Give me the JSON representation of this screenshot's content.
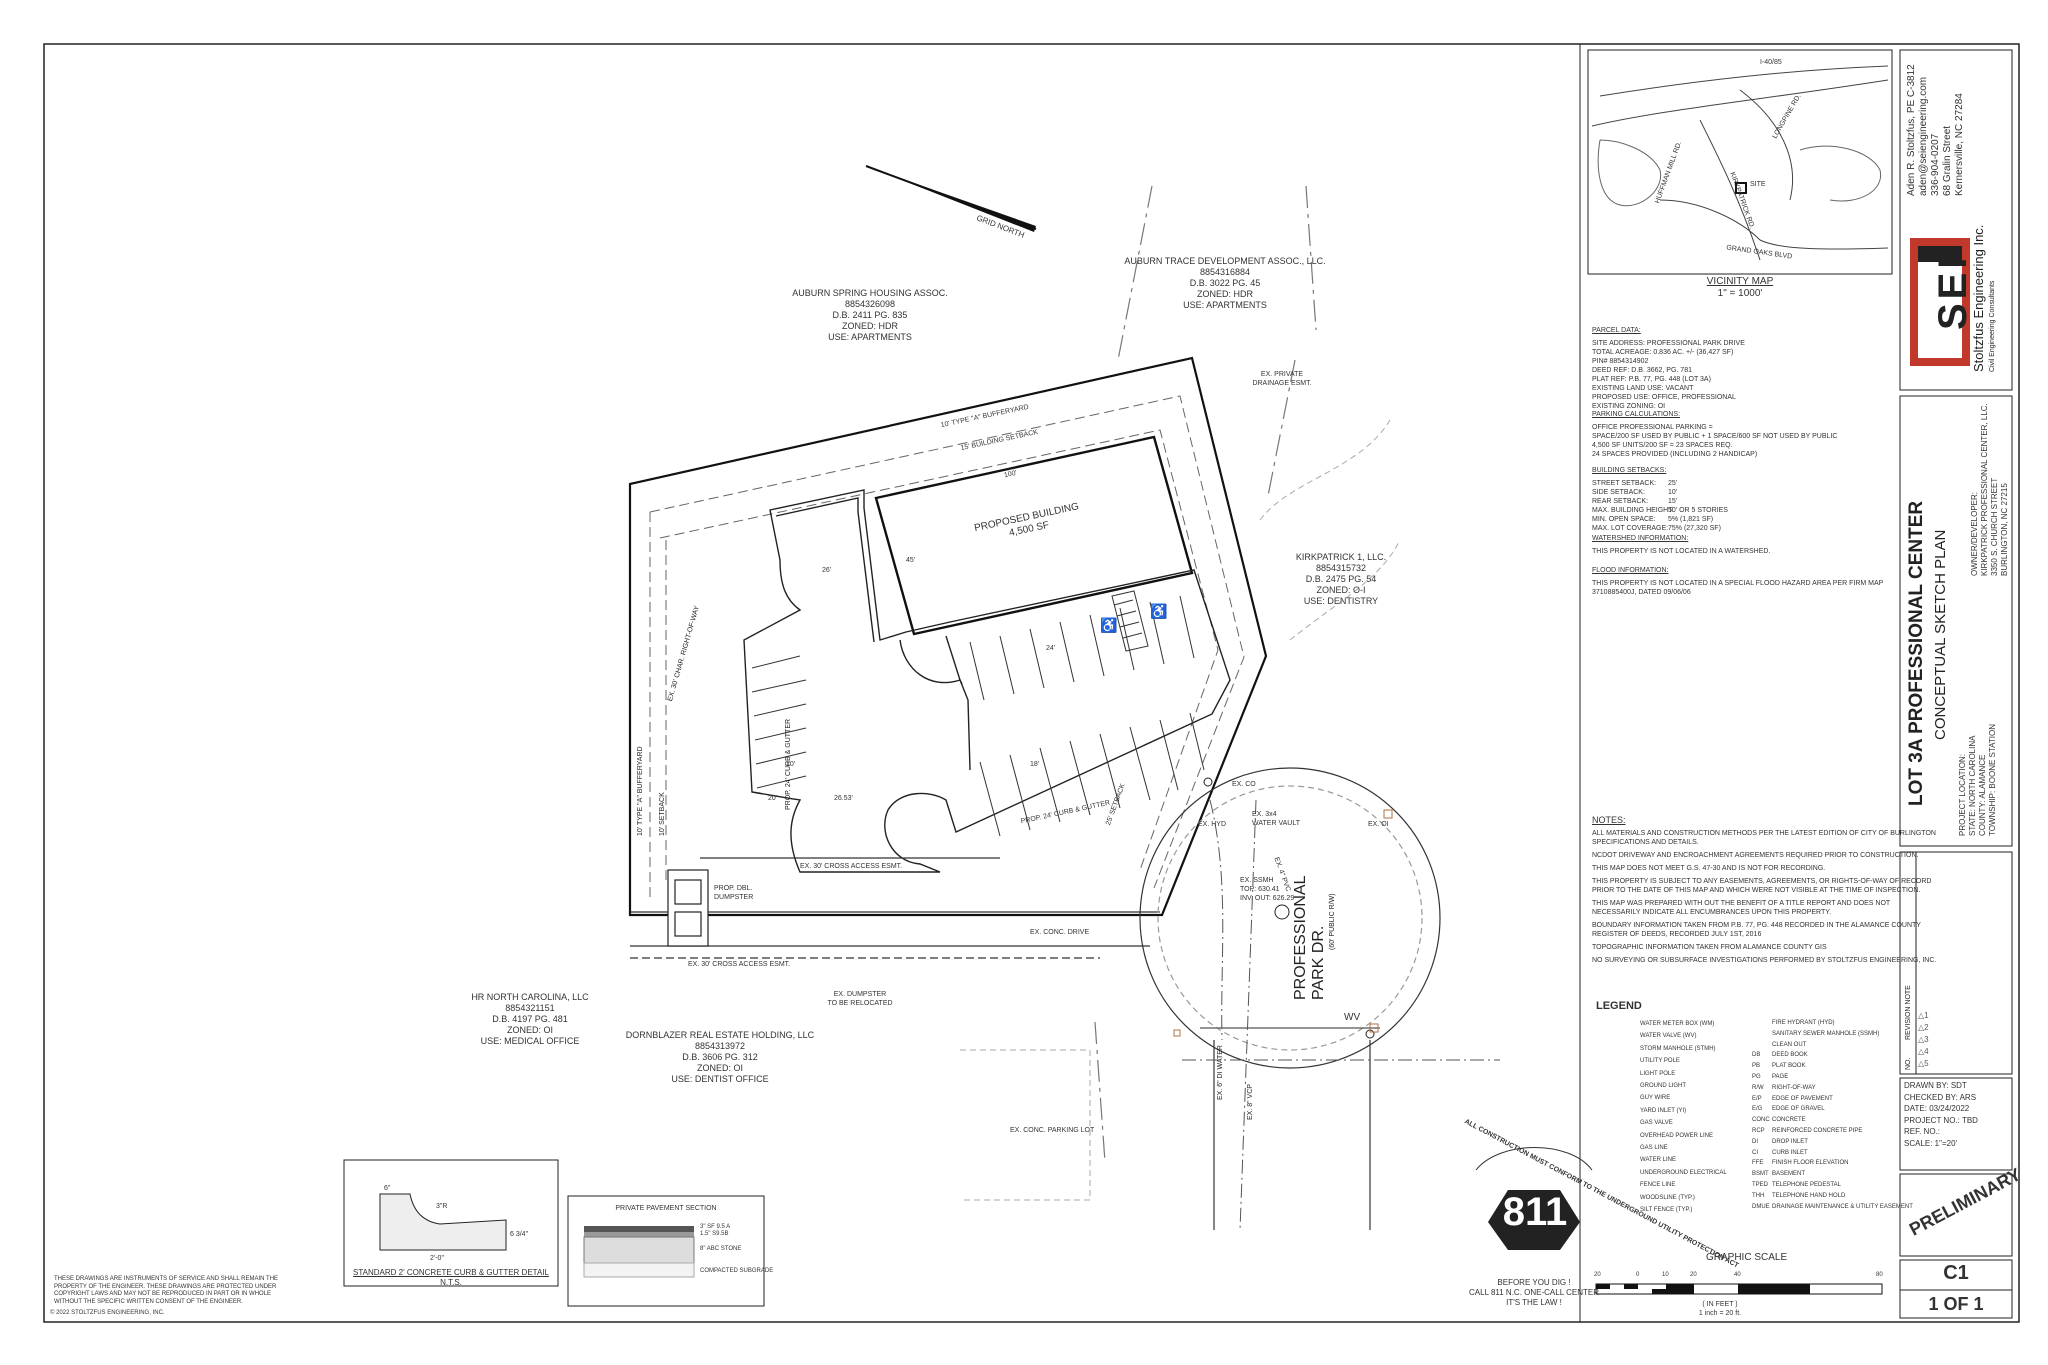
{
  "north_label": "GRID NORTH",
  "owners": {
    "auburn_spring": [
      "AUBURN SPRING HOUSING ASSOC.",
      "8854326098",
      "D.B. 2411 PG. 835",
      "ZONED: HDR",
      "USE: APARTMENTS"
    ],
    "auburn_trace": [
      "AUBURN TRACE DEVELOPMENT ASSOC., LLC.",
      "8854316884",
      "D.B. 3022 PG. 45",
      "ZONED: HDR",
      "USE: APARTMENTS"
    ],
    "kirkpatrick": [
      "KIRKPATRICK 1, LLC.",
      "8854315732",
      "D.B. 2475 PG. 54",
      "ZONED: O-I",
      "USE: DENTISTRY"
    ],
    "hr_north": [
      "HR NORTH CAROLINA, LLC",
      "8854321151",
      "D.B. 4197 PG. 481",
      "ZONED: OI",
      "USE: MEDICAL OFFICE"
    ],
    "dornblazer": [
      "DORNBLAZER REAL ESTATE HOLDING, LLC",
      "8854313972",
      "D.B. 3606 PG. 312",
      "ZONED: OI",
      "USE: DENTIST OFFICE"
    ]
  },
  "plan_labels": {
    "building_title": "PROPOSED BUILDING",
    "building_area": "4,500 SF",
    "buffer_top": "10' TYPE \"A\" BUFFERYARD",
    "setback_top": "15' BUILDING SETBACK",
    "buffer_left": "10' TYPE \"A\" BUFFERYARD",
    "setback_left": "10' SETBACK",
    "row_left": "EX. 30' CHAR. RIGHT-OF-WAY",
    "curb_left": "PROP. 24' CURB & GUTTER",
    "curb_bottom": "PROP. 24' CURB & GUTTER",
    "setback_25": "25' SETBACK",
    "private_drainage": "EX. PRIVATE",
    "private_drainage_2": "DRAINAGE ESMT.",
    "cross_access_1": "EX. 30' CROSS ACCESS ESMT.",
    "cross_access_2": "EX. 30' CROSS ACCESS ESMT.",
    "dumpster": "PROP. DBL.",
    "dumpster_2": "DUMPSTER",
    "conc_drive": "EX. CONC. DRIVE",
    "dumpster_reloc": "EX. DUMPSTER",
    "dumpster_reloc_2": "TO BE RELOCATED",
    "parking_lot": "EX. CONC. PARKING LOT",
    "street_name_1": "PROFESSIONAL",
    "street_name_2": "PARK DR.",
    "street_row": "(60' PUBLIC R/W)",
    "ssmh": "EX. SSMH",
    "ssmh_top": "TOP: 630.41",
    "ssmh_inv": "INV. OUT: 626.29",
    "water_vault": "EX. 3x4",
    "water_vault_2": "WATER VAULT",
    "ex_hyd": "EX. HYD",
    "ex_co": "EX. CO",
    "ex_oi": "EX. OI",
    "ex_water": "EX. 6\" DI WATER",
    "ex_vcp": "EX. 8\" VCP",
    "ex_pvc": "EX. 4\" PVC",
    "wv": "WV",
    "dim_100": "100'",
    "dim_26": "26'",
    "dim_45": "45'",
    "dim_24": "24'",
    "dim_20": "20'",
    "dim_2653": "26.53'",
    "dim_10": "10'",
    "dim_18": "18'"
  },
  "vicinity": {
    "title": "VICINITY MAP",
    "scale": "1\" = 1000'",
    "roads": [
      "I-40/85",
      "LONGPINE RD.",
      "HUFFMAN MILL RD.",
      "KIRKPATRICK RD.",
      "GRAND OAKS BLVD"
    ],
    "site": "SITE"
  },
  "parcel": {
    "heading": "PARCEL DATA:",
    "lines": [
      "SITE ADDRESS: PROFESSIONAL PARK DRIVE",
      "TOTAL ACREAGE:  0.836 AC. +/- (36,427 SF)",
      "PIN# 8854314902",
      "DEED REF: D.B. 3662, PG. 781",
      "PLAT REF: P.B. 77, PG. 448 (LOT 3A)",
      "EXISTING LAND USE: VACANT",
      "PROPOSED USE: OFFICE, PROFESSIONAL",
      "EXISTING ZONING: OI"
    ]
  },
  "parking": {
    "heading": "PARKING CALCULATIONS:",
    "lines": [
      "OFFICE PROFESSIONAL PARKING =",
      "      SPACE/200 SF USED BY PUBLIC + 1 SPACE/600 SF NOT USED BY PUBLIC",
      "4,500 SF UNITS/200 SF = 23 SPACES REQ.",
      "24 SPACES PROVIDED (INCLUDING 2 HANDICAP)"
    ]
  },
  "setbacks": {
    "heading": "BUILDING SETBACKS:",
    "rows": [
      [
        "STREET SETBACK:",
        "25'"
      ],
      [
        "SIDE SETBACK:",
        "10'"
      ],
      [
        "REAR SETBACK:",
        "15'"
      ],
      [
        "MAX. BUILDING HEIGHT:",
        "50' OR 5 STORIES"
      ],
      [
        "MIN. OPEN SPACE:",
        "5% (1,821 SF)"
      ],
      [
        "MAX. LOT COVERAGE:",
        "75% (27,320 SF)"
      ]
    ]
  },
  "watershed": {
    "heading": "WATERSHED INFORMATION:",
    "text": "THIS PROPERTY IS NOT LOCATED IN A WATERSHED."
  },
  "flood": {
    "heading": "FLOOD INFORMATION:",
    "lines": [
      "THIS PROPERTY IS NOT LOCATED IN A SPECIAL FLOOD HAZARD AREA PER FIRM MAP",
      "3710885400J, DATED 09/06/06"
    ]
  },
  "notes": {
    "heading": "NOTES:",
    "items": [
      [
        "ALL MATERIALS AND CONSTRUCTION METHODS PER THE LATEST EDITION OF CITY OF BURLINGTON",
        "SPECIFICATIONS AND DETAILS."
      ],
      [
        "NCDOT DRIVEWAY AND ENCROACHMENT AGREEMENTS REQUIRED PRIOR TO CONSTRUCTION."
      ],
      [
        "THIS MAP DOES NOT MEET G.S. 47-30 AND IS NOT FOR RECORDING."
      ],
      [
        "THIS PROPERTY IS SUBJECT TO ANY EASEMENTS, AGREEMENTS, OR RIGHTS-OF-WAY OF RECORD",
        "PRIOR TO THE DATE OF THIS MAP AND WHICH WERE NOT VISIBLE AT THE TIME OF INSPECTION."
      ],
      [
        "THIS MAP WAS PREPARED WITH OUT THE BENEFIT OF A TITLE REPORT AND  DOES NOT",
        "NECESSARILY INDICATE ALL ENCUMBRANCES UPON THIS PROPERTY."
      ],
      [
        "BOUNDARY INFORMATION TAKEN FROM P.B. 77, PG. 448 RECORDED IN THE ALAMANCE COUNTY",
        "REGISTER OF DEEDS, RECORDED JULY 1ST, 2016"
      ],
      [
        "TOPOGRAPHIC INFORMATION TAKEN FROM ALAMANCE COUNTY GIS"
      ],
      [
        "NO SURVEYING OR SUBSURFACE INVESTIGATIONS PERFORMED BY STOLTZFUS ENGINEERING, INC."
      ]
    ]
  },
  "legend": {
    "title": "LEGEND",
    "left": [
      "WATER METER BOX (WM)",
      "WATER VALVE (WV)",
      "STORM MANHOLE (STMH)",
      "UTILITY POLE",
      "LIGHT POLE",
      "GROUND LIGHT",
      "GUY WIRE",
      "YARD INLET (YI)",
      "GAS VALVE",
      "OVERHEAD POWER LINE",
      "GAS LINE",
      "WATER LINE",
      "UNDERGROUND ELECTRICAL",
      "FENCE LINE",
      "WOODSLINE (TYP.)",
      "SILT FENCE (TYP.)"
    ],
    "right": [
      [
        "",
        "FIRE HYDRANT (HYD)"
      ],
      [
        "",
        "SANITARY SEWER MANHOLE (SSMH)"
      ],
      [
        "",
        "CLEAN OUT"
      ],
      [
        "DB",
        "DEED BOOK"
      ],
      [
        "PB",
        "PLAT BOOK"
      ],
      [
        "PG",
        "PAGE"
      ],
      [
        "R/W",
        "RIGHT-OF-WAY"
      ],
      [
        "E/P",
        "EDGE OF PAVEMENT"
      ],
      [
        "E/G",
        "EDGE OF GRAVEL"
      ],
      [
        "CONC",
        "CONCRETE"
      ],
      [
        "RCP",
        "REINFORCED CONCRETE PIPE"
      ],
      [
        "DI",
        "DROP INLET"
      ],
      [
        "CI",
        "CURB INLET"
      ],
      [
        "FFE",
        "FINISH FLOOR ELEVATION"
      ],
      [
        "BSMT",
        "BASEMENT"
      ],
      [
        "TPED",
        "TELEPHONE PEDESTAL"
      ],
      [
        "THH",
        "TELEPHONE HAND HOLD"
      ],
      [
        "DMUE",
        "DRAINAGE MAINTENANCE & UTILITY EASEMENT"
      ]
    ]
  },
  "graphic_scale": {
    "title": "GRAPHIC SCALE",
    "ticks": [
      "20",
      "0",
      "10",
      "20",
      "40",
      "80"
    ],
    "units": "( IN FEET )",
    "ratio": "1 inch = 20  ft."
  },
  "call811": {
    "ring": "ALL CONSTRUCTION MUST CONFORM TO THE UNDERGROUND UTILITY PROTECTION ACT",
    "logo": "811",
    "lines": [
      "BEFORE YOU DIG !",
      "CALL 811 N.C. ONE-CALL CENTER",
      "IT'S THE LAW !"
    ]
  },
  "curb_detail": {
    "title": "STANDARD 2' CONCRETE CURB & GUTTER DETAIL",
    "sub": "N.T.S.",
    "dims": [
      "6\"",
      "3\"R",
      "2'-0\"",
      "6 3/4\""
    ]
  },
  "pavement": {
    "title": "PRIVATE PAVEMENT SECTION",
    "layers": [
      "3\" SF 9.5 A",
      "1.5\" S9.5B",
      "8\" ABC STONE",
      "COMPACTED SUBGRADE"
    ]
  },
  "disclaimer": [
    "THESE DRAWINGS ARE INSTRUMENTS OF SERVICE AND SHALL REMAIN THE",
    "PROPERTY OF THE ENGINEER.  THESE DRAWINGS ARE PROTECTED UNDER",
    "COPYRIGHT LAWS AND MAY NOT BE REPRODUCED IN PART OR IN WHOLE",
    "WITHOUT THE SPECIFIC WRITTEN CONSENT OF THE ENGINEER."
  ],
  "copyright": "2022 STOLTZFUS ENGINEERING, INC.",
  "title_block": {
    "engineer": [
      "Aden R. Stoltzfus, PE  C-3812",
      "aden@seiengineering.com",
      "336-904-0207",
      "68 Gralin Street",
      "Kernersville, NC 27284"
    ],
    "company": "Stoltzfus Engineering Inc.",
    "company_tag": "Civil Engineering Consultants",
    "logo_letters": "SEI",
    "project_title": "LOT 3A PROFESSIONAL CENTER",
    "sheet_title": "CONCEPTUAL SKETCH PLAN",
    "location_heading": "PROJECT LOCATION:",
    "location": [
      "STATE: NORTH CAROLINA",
      "COUNTY: ALAMANCE",
      "TOWNSHIP: BOONE STATION"
    ],
    "owner_heading": "OWNER/DEVELOPER:",
    "owner": [
      "KIRKPATRICK PROFESSIONAL CENTER, LLC.",
      "3350 S. CHURCH STREET",
      "BURLINGTON, NC 27215"
    ],
    "revision_note": "REVISION NOTE",
    "revision_no": "NO.",
    "revisions": [
      "1",
      "2",
      "3",
      "4",
      "5"
    ],
    "drawn_by": "DRAWN BY:  SDT",
    "checked_by": "CHECKED BY:  ARS",
    "date": "DATE:  03/24/2022",
    "project_no": "PROJECT NO.:  TBD",
    "ref_no": "REF. NO.:",
    "scale": "SCALE:  1\"=20'",
    "status": "PRELIMINARY",
    "sheet_no": "C1",
    "sheet_of": "1 OF 1"
  },
  "colors": {
    "line": "#222222",
    "light_line": "#888888",
    "logo_red": "#c0392b"
  }
}
